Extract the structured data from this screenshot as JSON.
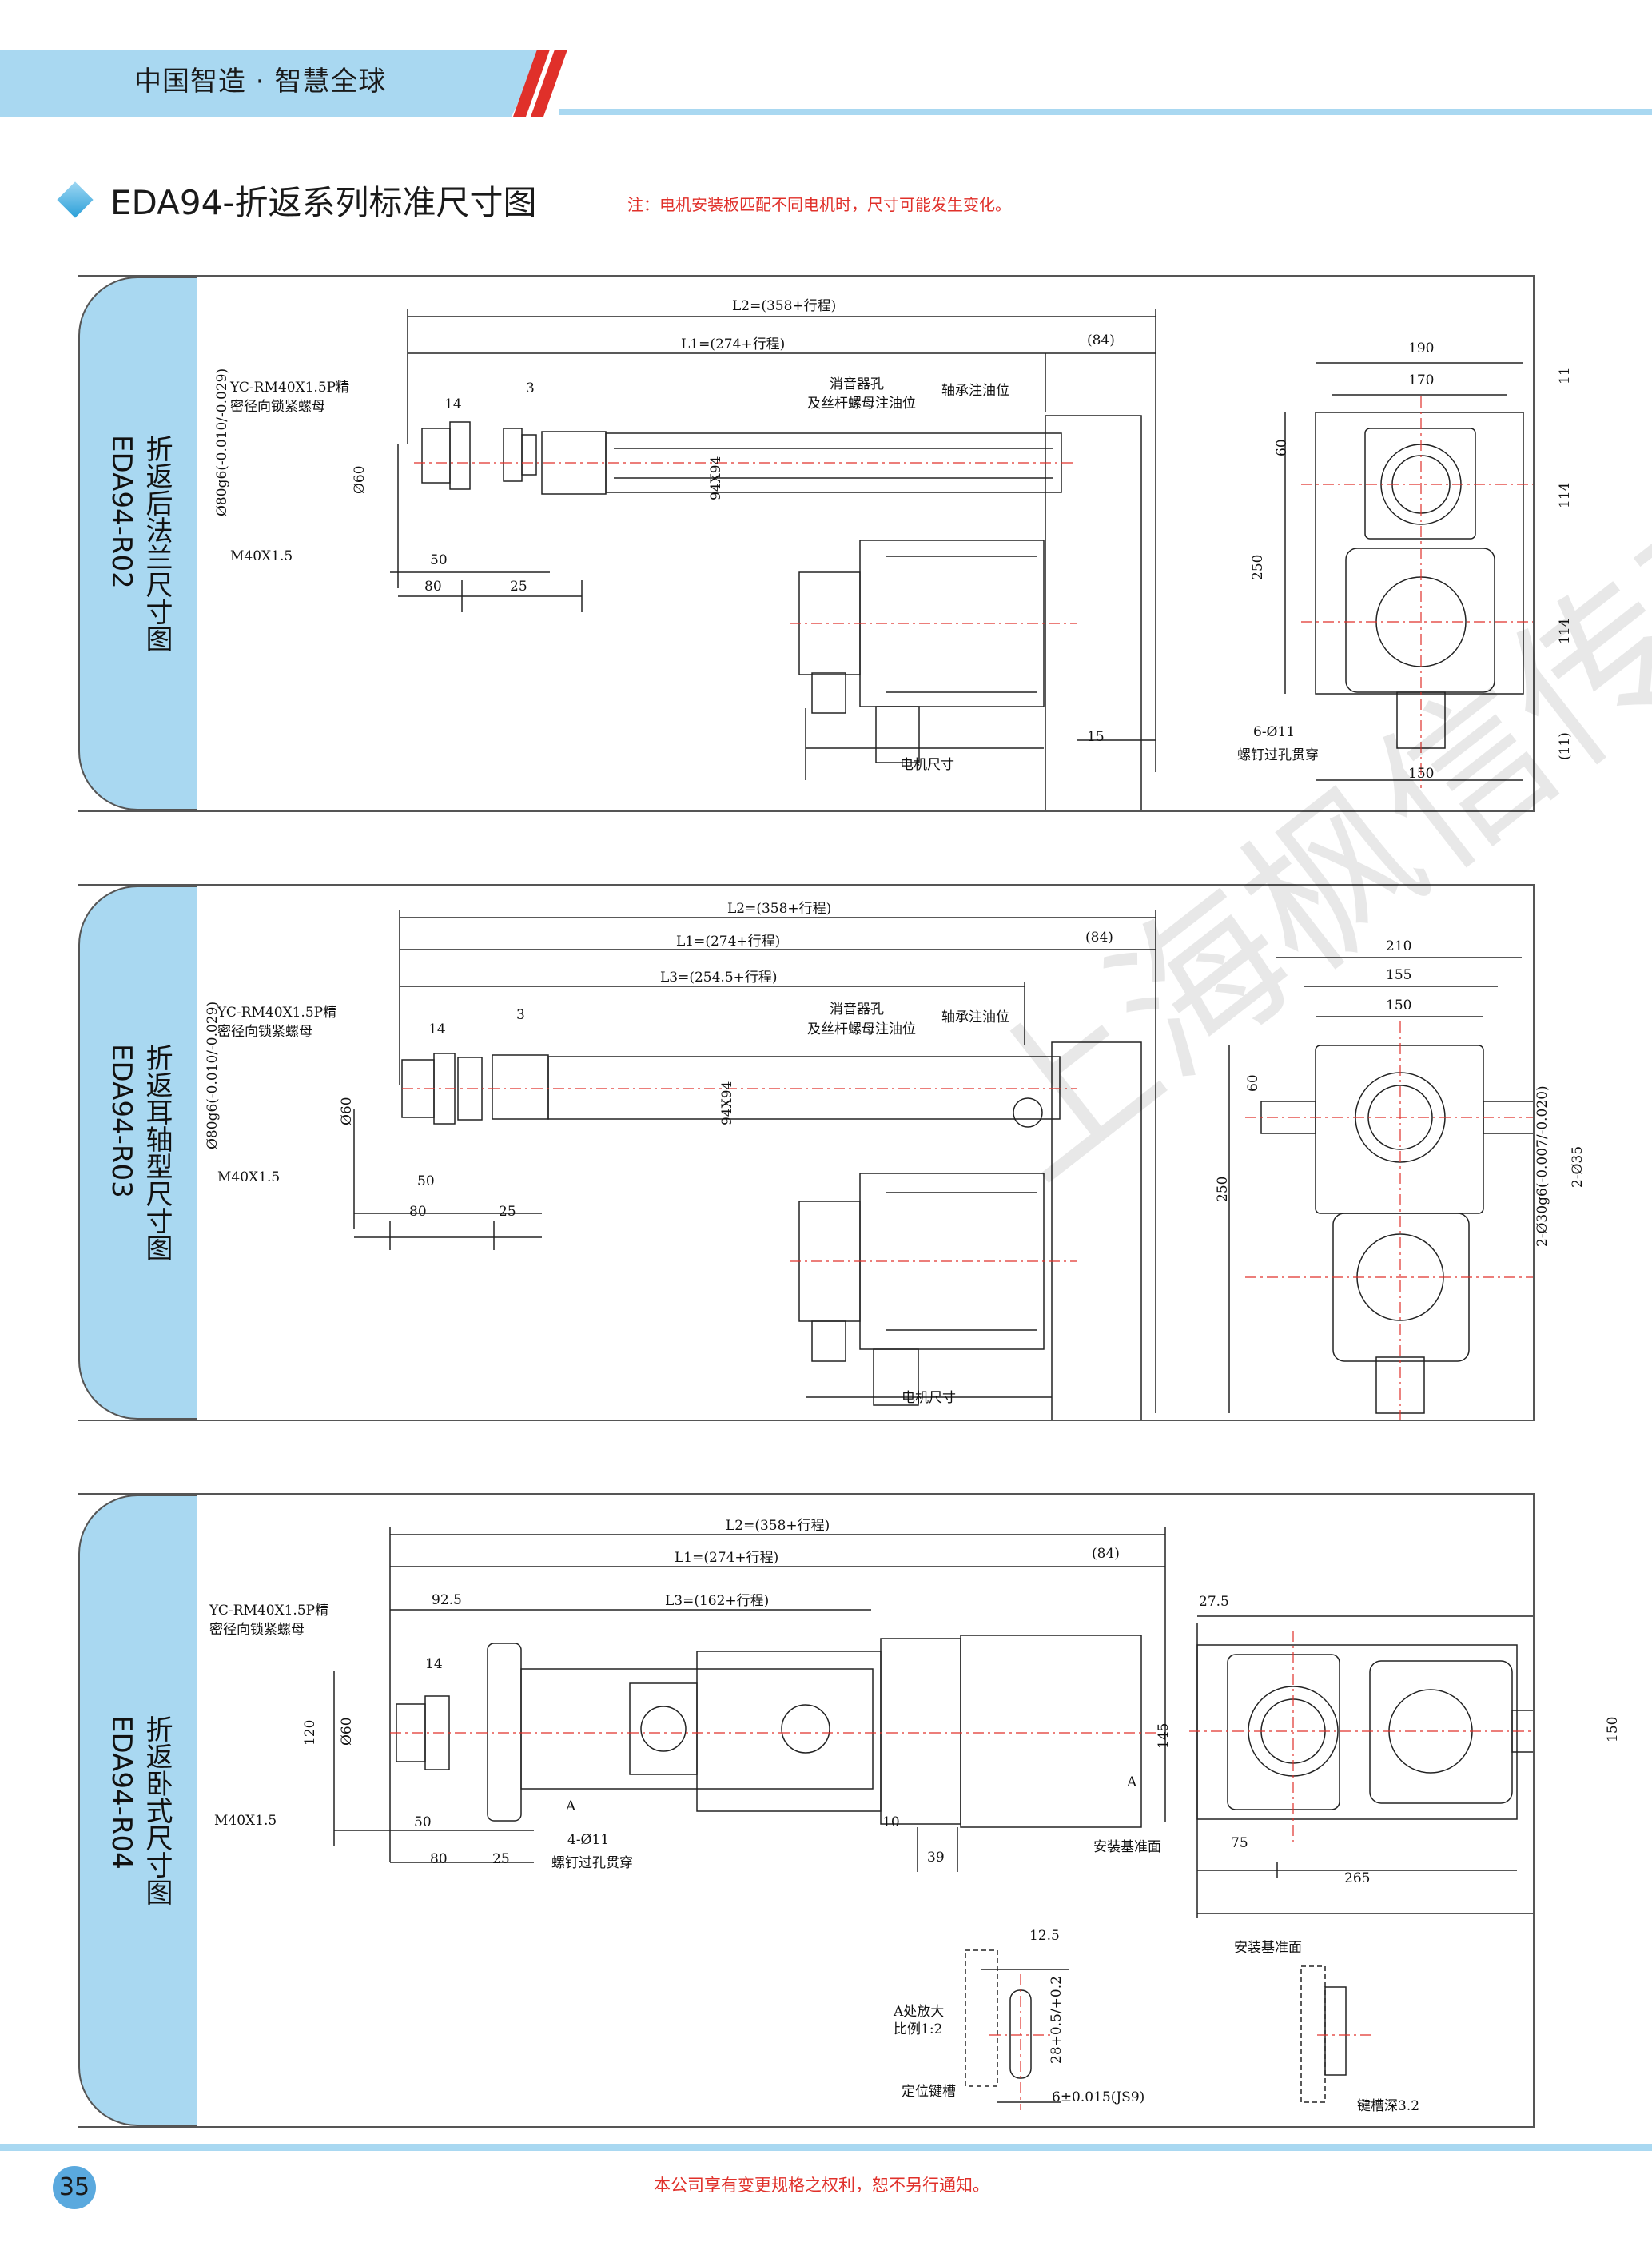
{
  "header": {
    "slogan": "中国智造 · 智慧全球"
  },
  "section": {
    "title": "EDA94-折返系列标准尺寸图",
    "note": "注：电机安装板匹配不同电机时，尺寸可能发生变化。"
  },
  "panels": [
    {
      "tab_title": "折返后法兰尺寸图",
      "tab_code": "EDA94-R02",
      "labels": [
        "L2=(358+行程)",
        "L1=(274+行程)",
        "(84)",
        "YC-RM40X1.5P精",
        "密径向锁紧螺母",
        "14",
        "3",
        "消音器孔",
        "及丝杆螺母注油位",
        "轴承注油位",
        "Ø80g6(-0.010/-0.029)",
        "Ø60",
        "94X94",
        "M40X1.5",
        "50",
        "80",
        "25",
        "15",
        "电机尺寸",
        "190",
        "170",
        "11",
        "60",
        "114",
        "250",
        "114",
        "6-Ø11",
        "螺钉过孔贯穿",
        "(11)",
        "150"
      ]
    },
    {
      "tab_title": "折返耳轴型尺寸图",
      "tab_code": "EDA94-R03",
      "labels": [
        "L2=(358+行程)",
        "L1=(274+行程)",
        "(84)",
        "L3=(254.5+行程)",
        "YC-RM40X1.5P精",
        "密径向锁紧螺母",
        "14",
        "3",
        "消音器孔",
        "及丝杆螺母注油位",
        "轴承注油位",
        "Ø80g6(-0.010/-0.029)",
        "Ø60",
        "94X94",
        "M40X1.5",
        "50",
        "80",
        "25",
        "电机尺寸",
        "210",
        "155",
        "150",
        "60",
        "250",
        "2-Ø30g6(-0.007/-0.020)",
        "2-Ø35"
      ]
    },
    {
      "tab_title": "折返卧式尺寸图",
      "tab_code": "EDA94-R04",
      "labels": [
        "L2=(358+行程)",
        "L1=(274+行程)",
        "(84)",
        "92.5",
        "L3=(162+行程)",
        "YC-RM40X1.5P精",
        "密径向锁紧螺母",
        "14",
        "120",
        "Ø60",
        "A",
        "M40X1.5",
        "50",
        "4-Ø11",
        "螺钉过孔贯穿",
        "80",
        "25",
        "10",
        "39",
        "27.5",
        "145",
        "A",
        "安装基准面",
        "75",
        "265",
        "150",
        "12.5",
        "A处放大",
        "比例1:2",
        "28+0.5/+0.2",
        "定位键槽",
        "6±0.015(JS9)",
        "安装基准面",
        "键槽深3.2"
      ]
    }
  ],
  "watermark": "上海枫信传动",
  "footer": {
    "page_number": "35",
    "note": "本公司享有变更规格之权利，恕不另行通知。"
  },
  "colors": {
    "accent": "#a9d8f1",
    "red": "#e0302a",
    "line": "#555555"
  }
}
